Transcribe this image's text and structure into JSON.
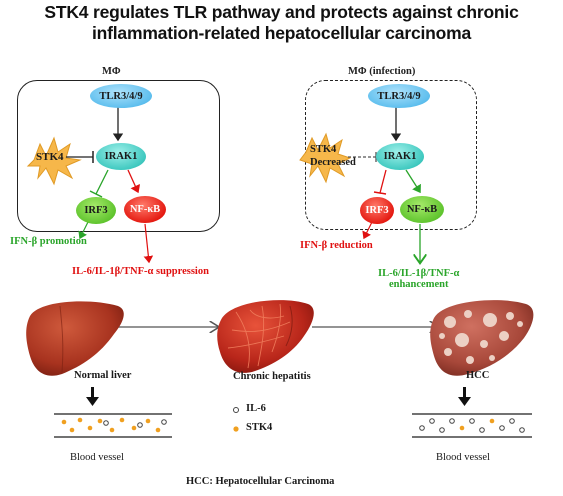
{
  "title_line1": "STK4 regulates TLR pathway and protects against chronic",
  "title_line2": "inflammation-related hepatocellular carcinoma",
  "left_panel": {
    "caption": "MΦ",
    "tlr": "TLR3/4/9",
    "irak": "IRAK1",
    "stk4": "STK4",
    "irf": "IRF3",
    "nfkb": "NF-κB",
    "ifn_label": "IFN-β promotion",
    "cytokine_label": "IL-6/IL-1β/TNF-α suppression"
  },
  "right_panel": {
    "caption": "MΦ (infection)",
    "tlr": "TLR3/4/9",
    "irak": "IRAK1",
    "stk4_line1": "STK4",
    "stk4_line2": "Decreased",
    "irf": "IRF3",
    "nfkb": "NF-κB",
    "ifn_label": "IFN-β  reduction",
    "cytokine_line1": "IL-6/IL-1β/TNF-α",
    "cytokine_line2": "enhancement"
  },
  "livers": {
    "normal": "Normal liver",
    "hepatitis": "Chronic hepatitis",
    "hcc": "HCC"
  },
  "legend": {
    "il6": "IL-6",
    "stk4": "STK4"
  },
  "vessels": {
    "left": "Blood vessel",
    "right": "Blood vessel"
  },
  "footnote": "HCC:  Hepatocellular Carcinoma",
  "colors": {
    "green": "#2aa52a",
    "red": "#e01010",
    "liver": "#a83a24",
    "stk4_star": "#f6b74a",
    "stk4_dot": "#f0a020"
  }
}
